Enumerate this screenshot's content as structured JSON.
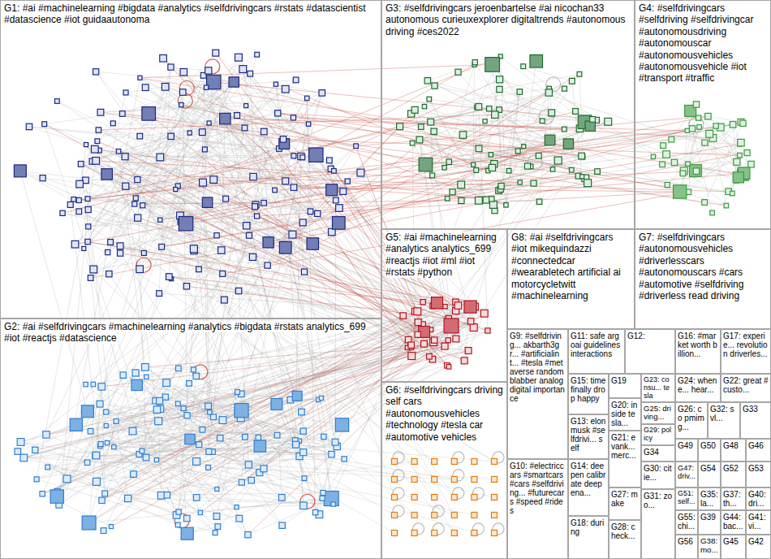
{
  "diagram": {
    "nodes": [
      {
        "text": [
          "G1: #ai #machinelearning #bigdata #analytics #selfdrivingcars #rstats #datascientist #datascience #iot guidaautonoma"
        ]
      },
      {
        "text": [
          "G3: #selfdrivingcars jeroenbartelse #ai nicochan33 autonomous curieuxexplorer digitaltrends #autonomous driving #ces2022"
        ]
      },
      {
        "text": [
          "G4: #selfdrivingcars #selfdriving #selfdrivingcar #autonomousdriving #autonomouscar #autonomousvehicles #autonomousvehicle #iot #transport #traffic"
        ]
      },
      {
        "text": [
          "G5: #ai #machinelearning #analytics analytics_699 #reactjs #iot #ml #iot #rstats #python"
        ]
      },
      {
        "text": [
          "G8: #ai #selfdrivingcars #iot mikequindazzi #connectedcar #wearabletech artificial ai motorcycletwitt #machinelearning"
        ]
      },
      {
        "text": [
          "G7: #selfdrivingcars #autonomousvehicles #driverlesscars #autonomouscars #cars #automotive #selfdriving #driverless read driving"
        ]
      },
      {
        "text": [
          "G2: #ai #selfdrivingcars #machinelearning #analytics #bigdata #rstats analytics_699 #iot #reactjs #datascience"
        ]
      },
      {
        "text": [
          "G6: #selfdrivingcars driving self cars #autonomousvehicles #technology #tesla car #automotive vehicles"
        ]
      },
      {
        "text": [
          "G9: #selfdriving... akbarth3gr... #artificialint... #tesla #metaverse random blabber analog digital importance"
        ]
      },
      {
        "text": [
          "G11: safe argoai guidelines interactions"
        ]
      },
      {
        "text": [
          "G12:"
        ]
      },
      {
        "text": [
          "G16: #market worth billion..."
        ]
      },
      {
        "text": [
          "G17: experie... revolution driverles..."
        ]
      },
      {
        "text": [
          "G15: time finally drop happy"
        ]
      },
      {
        "text": [
          "G19"
        ]
      },
      {
        "text": [
          "G23: consu... tesla"
        ]
      },
      {
        "text": [
          "G24: whene... hear..."
        ]
      },
      {
        "text": [
          "G22: great #custo..."
        ]
      },
      {
        "text": [
          "G20: inside tesla..."
        ]
      },
      {
        "text": [
          "G25: driving..."
        ]
      },
      {
        "text": [
          "G26: co pmimg..."
        ]
      },
      {
        "text": [
          "G32: svl..."
        ]
      },
      {
        "text": [
          "G33"
        ]
      },
      {
        "text": [
          "G13: elonmusk #selfdrivi... self"
        ]
      },
      {
        "text": [
          "G29: policy"
        ]
      },
      {
        "text": [
          "G21: evank... merc..."
        ]
      },
      {
        "text": [
          "G49"
        ]
      },
      {
        "text": [
          "G50"
        ]
      },
      {
        "text": [
          "G48"
        ]
      },
      {
        "text": [
          "G46"
        ]
      },
      {
        "text": [
          "G34"
        ]
      },
      {
        "text": [
          "G10: #electriccars #smartcars #cars #selfdriving... #futurecars #speed #rides"
        ]
      },
      {
        "text": [
          "G14: deepen calibrate deepena..."
        ]
      },
      {
        "text": [
          "G47: driv..."
        ]
      },
      {
        "text": [
          "G54"
        ]
      },
      {
        "text": [
          "G52"
        ]
      },
      {
        "text": [
          "G53"
        ]
      },
      {
        "text": [
          "G30: citie..."
        ]
      },
      {
        "text": [
          "G27: make"
        ]
      },
      {
        "text": [
          "G51: self..."
        ]
      },
      {
        "text": [
          "G35: la..."
        ]
      },
      {
        "text": [
          "G37: th..."
        ]
      },
      {
        "text": [
          "G40: dri..."
        ]
      },
      {
        "text": [
          "G31: zoo..."
        ]
      },
      {
        "text": [
          "G55: chi..."
        ]
      },
      {
        "text": [
          "G39"
        ]
      },
      {
        "text": [
          "G44: bac..."
        ]
      },
      {
        "text": [
          "G41: vi..."
        ]
      },
      {
        "text": [
          "G18: during"
        ]
      },
      {
        "text": [
          "G28: check..."
        ]
      },
      {
        "text": [
          "G56"
        ]
      },
      {
        "text": [
          "G38: mo..."
        ]
      },
      {
        "text": [
          "G45"
        ]
      },
      {
        "text": [
          "G42"
        ]
      }
    ]
  }
}
